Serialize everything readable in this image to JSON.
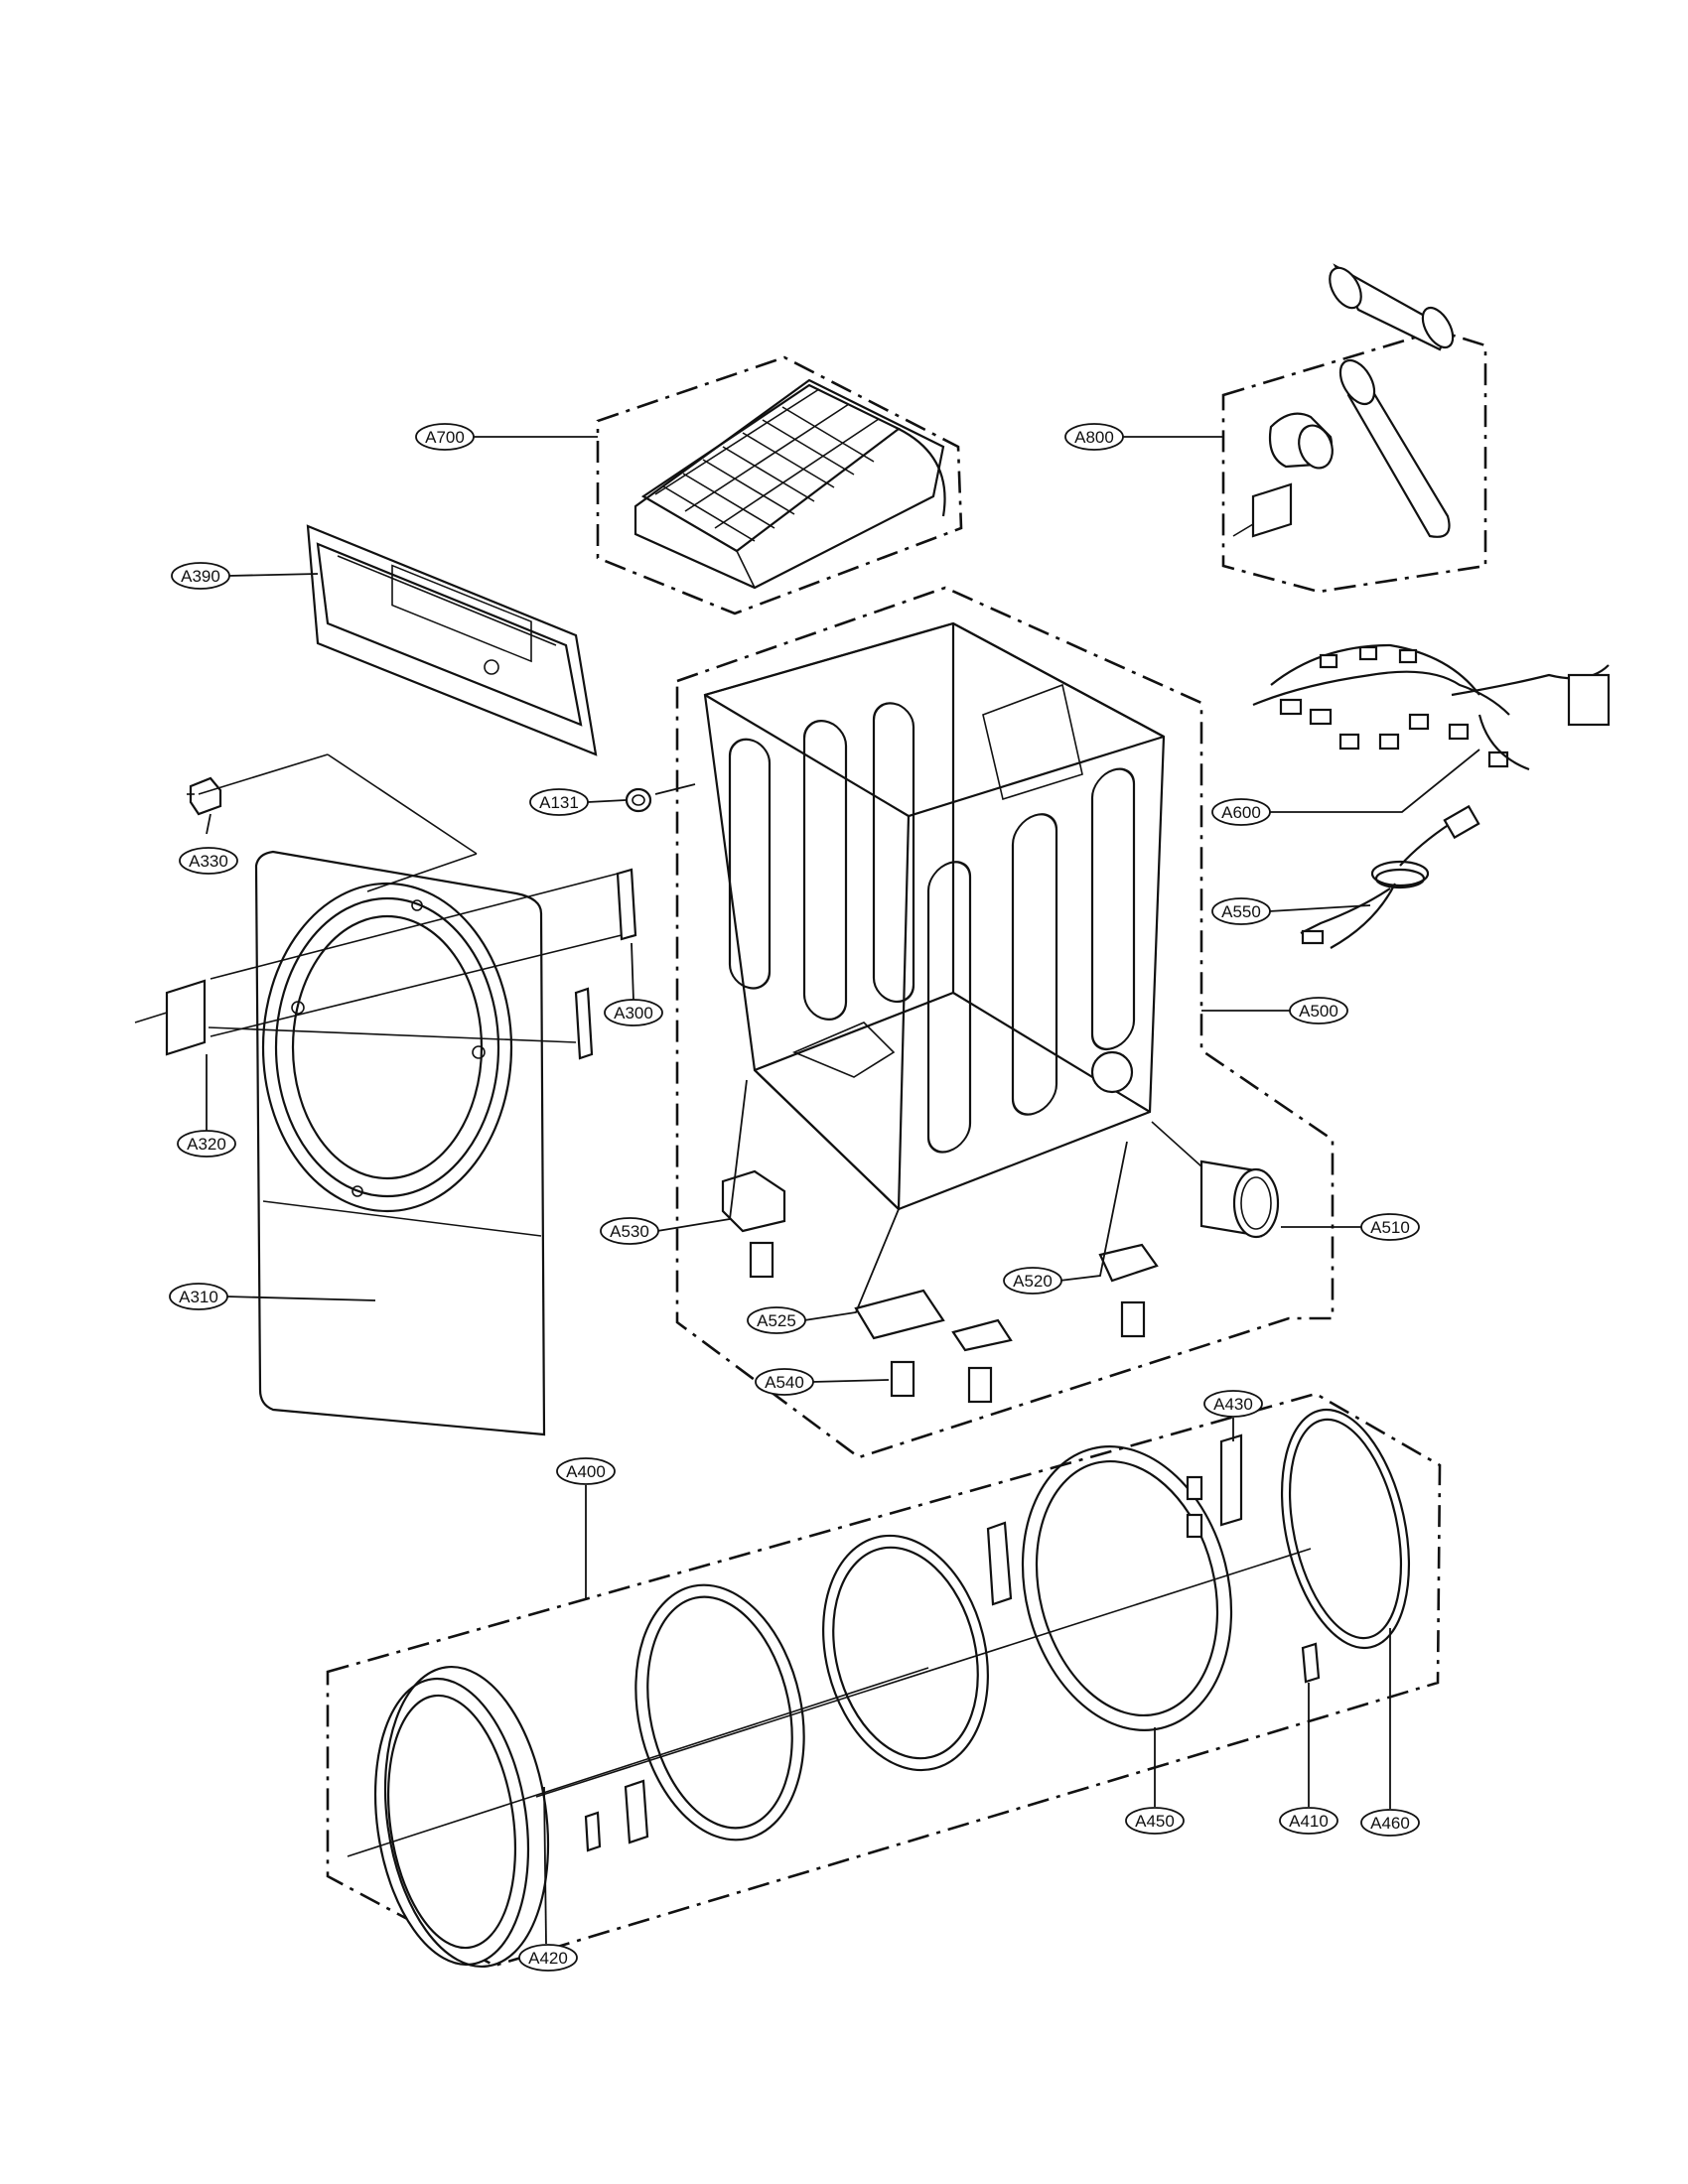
{
  "labels": {
    "A700": "A700",
    "A800": "A800",
    "A390": "A390",
    "A131": "A131",
    "A600": "A600",
    "A330": "A330",
    "A550": "A550",
    "A300": "A300",
    "A500": "A500",
    "A320": "A320",
    "A530": "A530",
    "A510": "A510",
    "A310": "A310",
    "A520": "A520",
    "A525": "A525",
    "A540": "A540",
    "A430": "A430",
    "A400": "A400",
    "A450": "A450",
    "A410": "A410",
    "A460": "A460",
    "A420": "A420"
  }
}
